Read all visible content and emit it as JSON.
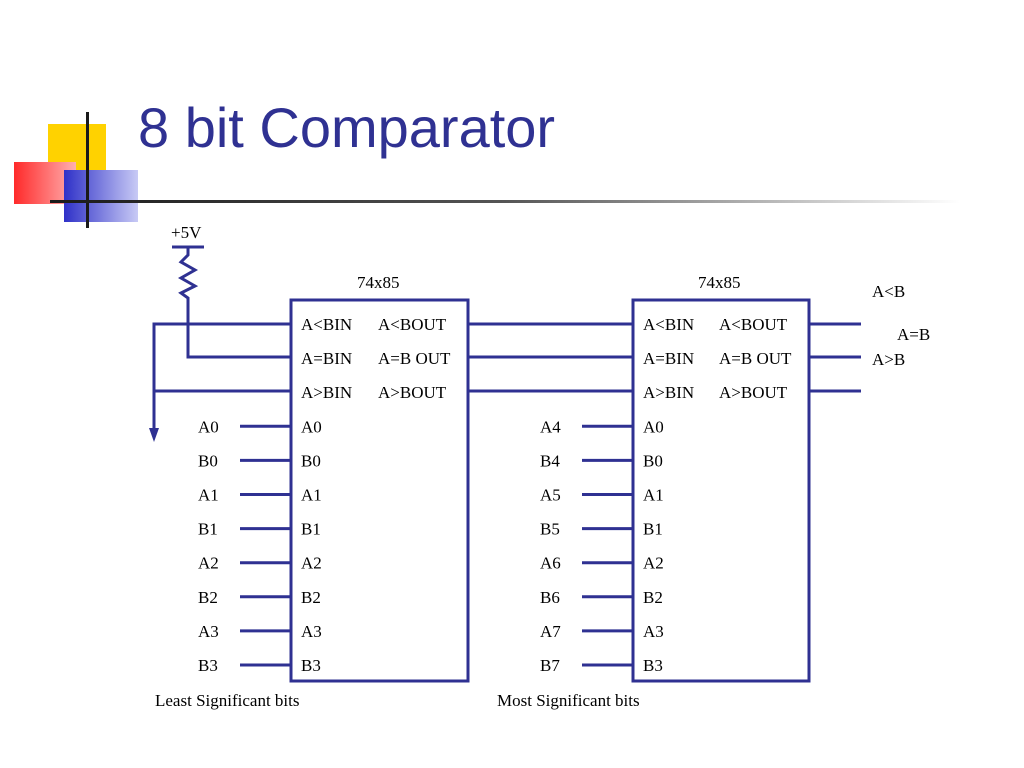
{
  "slide": {
    "title": "8 bit Comparator"
  },
  "colors": {
    "title": "#2f3192",
    "wires": "#2f3192",
    "deco_yellow": "#ffd200",
    "deco_red": "#ff3a3a",
    "deco_blue": "#3b3fc8"
  },
  "diagram": {
    "supply_label": "+5V",
    "chips": [
      {
        "part_label": "74x85",
        "pins_left": [
          "A<BIN",
          "A=BIN",
          "A>BIN",
          "A0",
          "B0",
          "A1",
          "B1",
          "A2",
          "B2",
          "A3",
          "B3"
        ],
        "pins_right": [
          "A<BOUT",
          "A=B OUT",
          "A>BOUT"
        ],
        "input_labels": [
          "A0",
          "B0",
          "A1",
          "B1",
          "A2",
          "B2",
          "A3",
          "B3"
        ],
        "caption": "Least Significant bits"
      },
      {
        "part_label": "74x85",
        "pins_left": [
          "A<BIN",
          "A=BIN",
          "A>BIN",
          "A0",
          "B0",
          "A1",
          "B1",
          "A2",
          "B2",
          "A3",
          "B3"
        ],
        "pins_right": [
          "A<BOUT",
          "A=B OUT",
          "A>BOUT"
        ],
        "input_labels": [
          "A4",
          "B4",
          "A5",
          "B5",
          "A6",
          "B6",
          "A7",
          "B7"
        ],
        "caption": "Most Significant bits"
      }
    ],
    "outputs": [
      "A<B",
      "A=B",
      "A>B"
    ]
  }
}
